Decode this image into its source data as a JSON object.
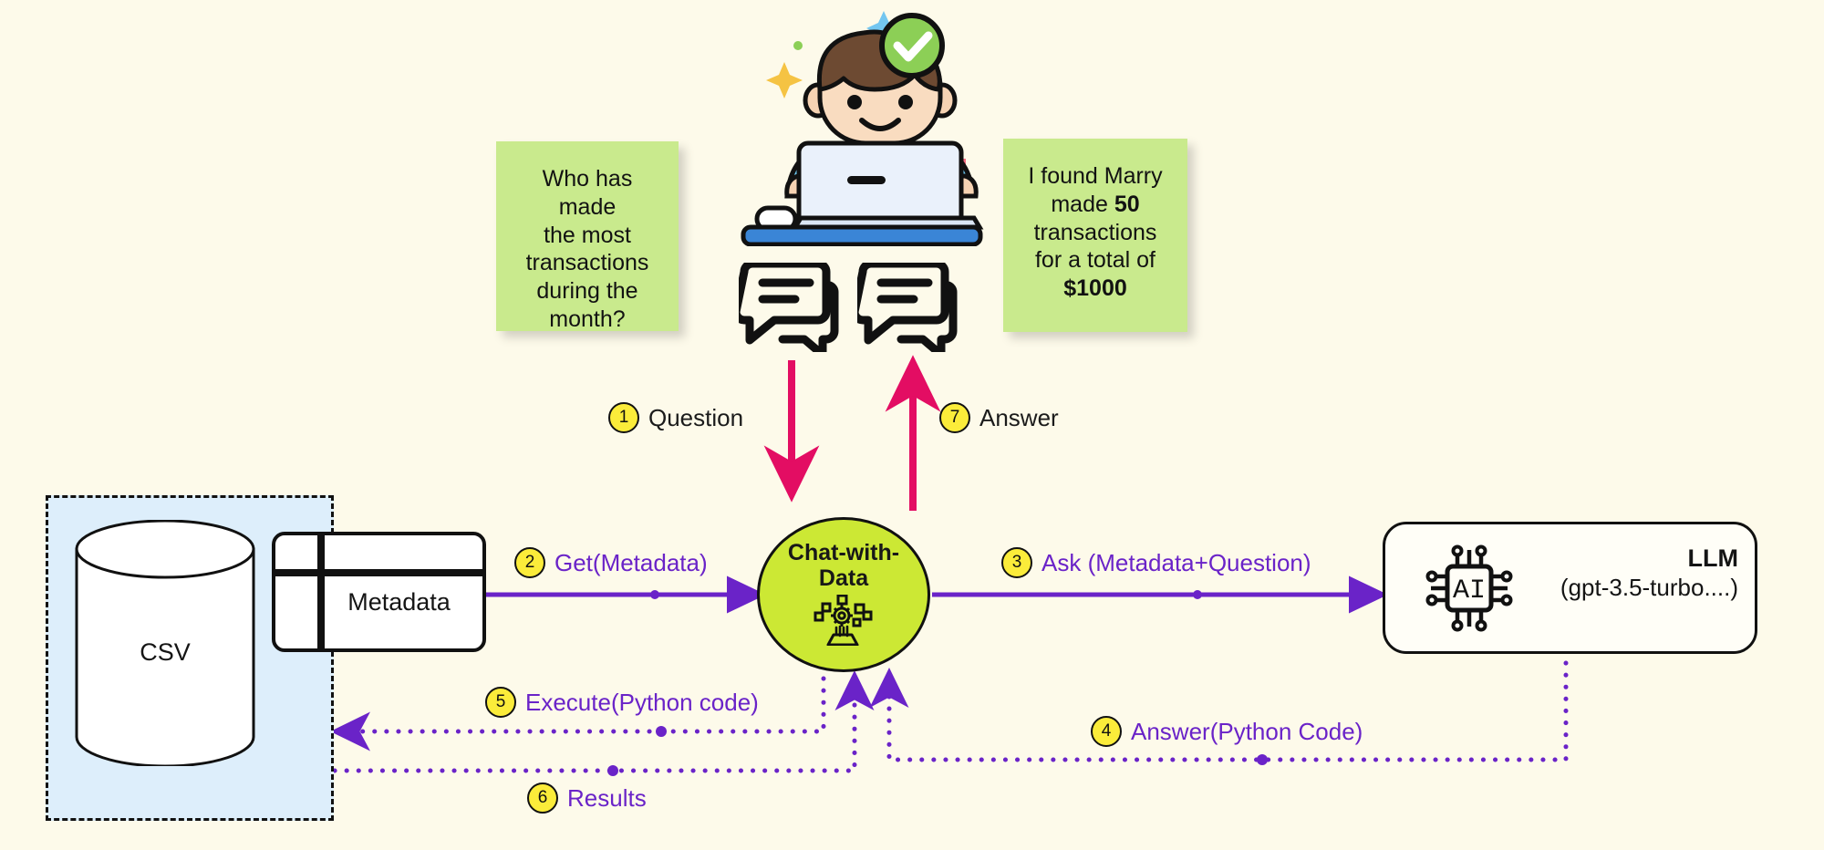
{
  "diagram": {
    "title": "Chat-with-Data architecture flow",
    "background_color": "#fdfaea",
    "accent_purple": "#6a23c8",
    "accent_pink": "#e30d63",
    "badge_yellow": "#fbec3a",
    "note_green": "#c9ea8d",
    "node_green": "#cce834",
    "source_blue": "#ddeefb"
  },
  "notes": {
    "question": {
      "line1": "Who has made",
      "line2": "the most",
      "line3": "transactions",
      "line4": "during the",
      "line5": "month?"
    },
    "answer": {
      "line1": "I found Marry",
      "line2_pre": "made ",
      "line2_bold": "50",
      "line3": "transactions",
      "line4": "for a total of",
      "line5_bold": "$1000"
    }
  },
  "nodes": {
    "user": {
      "icon": "person-at-laptop-icon",
      "badge": "check-badge-icon"
    },
    "chat_bubbles": {
      "left": "chat-bubble-icon",
      "right": "chat-bubble-icon"
    },
    "chat_with_data": {
      "line1": "Chat-with-",
      "line2": "Data",
      "icon": "data-processing-icon"
    },
    "llm": {
      "title": "LLM",
      "subtitle": "(gpt-3.5-turbo....)",
      "icon": "ai-chip-icon"
    },
    "csv": {
      "label": "CSV",
      "icon": "database-cylinder-icon"
    },
    "metadata": {
      "label": "Metadata",
      "icon": "table-card-icon"
    }
  },
  "steps": [
    {
      "num": "1",
      "label": "Question",
      "color": "dark"
    },
    {
      "num": "2",
      "label": "Get(Metadata)",
      "color": "purple"
    },
    {
      "num": "3",
      "label": "Ask (Metadata+Question)",
      "color": "purple"
    },
    {
      "num": "4",
      "label": "Answer(Python Code)",
      "color": "purple"
    },
    {
      "num": "5",
      "label": "Execute(Python code)",
      "color": "purple"
    },
    {
      "num": "6",
      "label": "Results",
      "color": "purple"
    },
    {
      "num": "7",
      "label": "Answer",
      "color": "dark"
    }
  ]
}
